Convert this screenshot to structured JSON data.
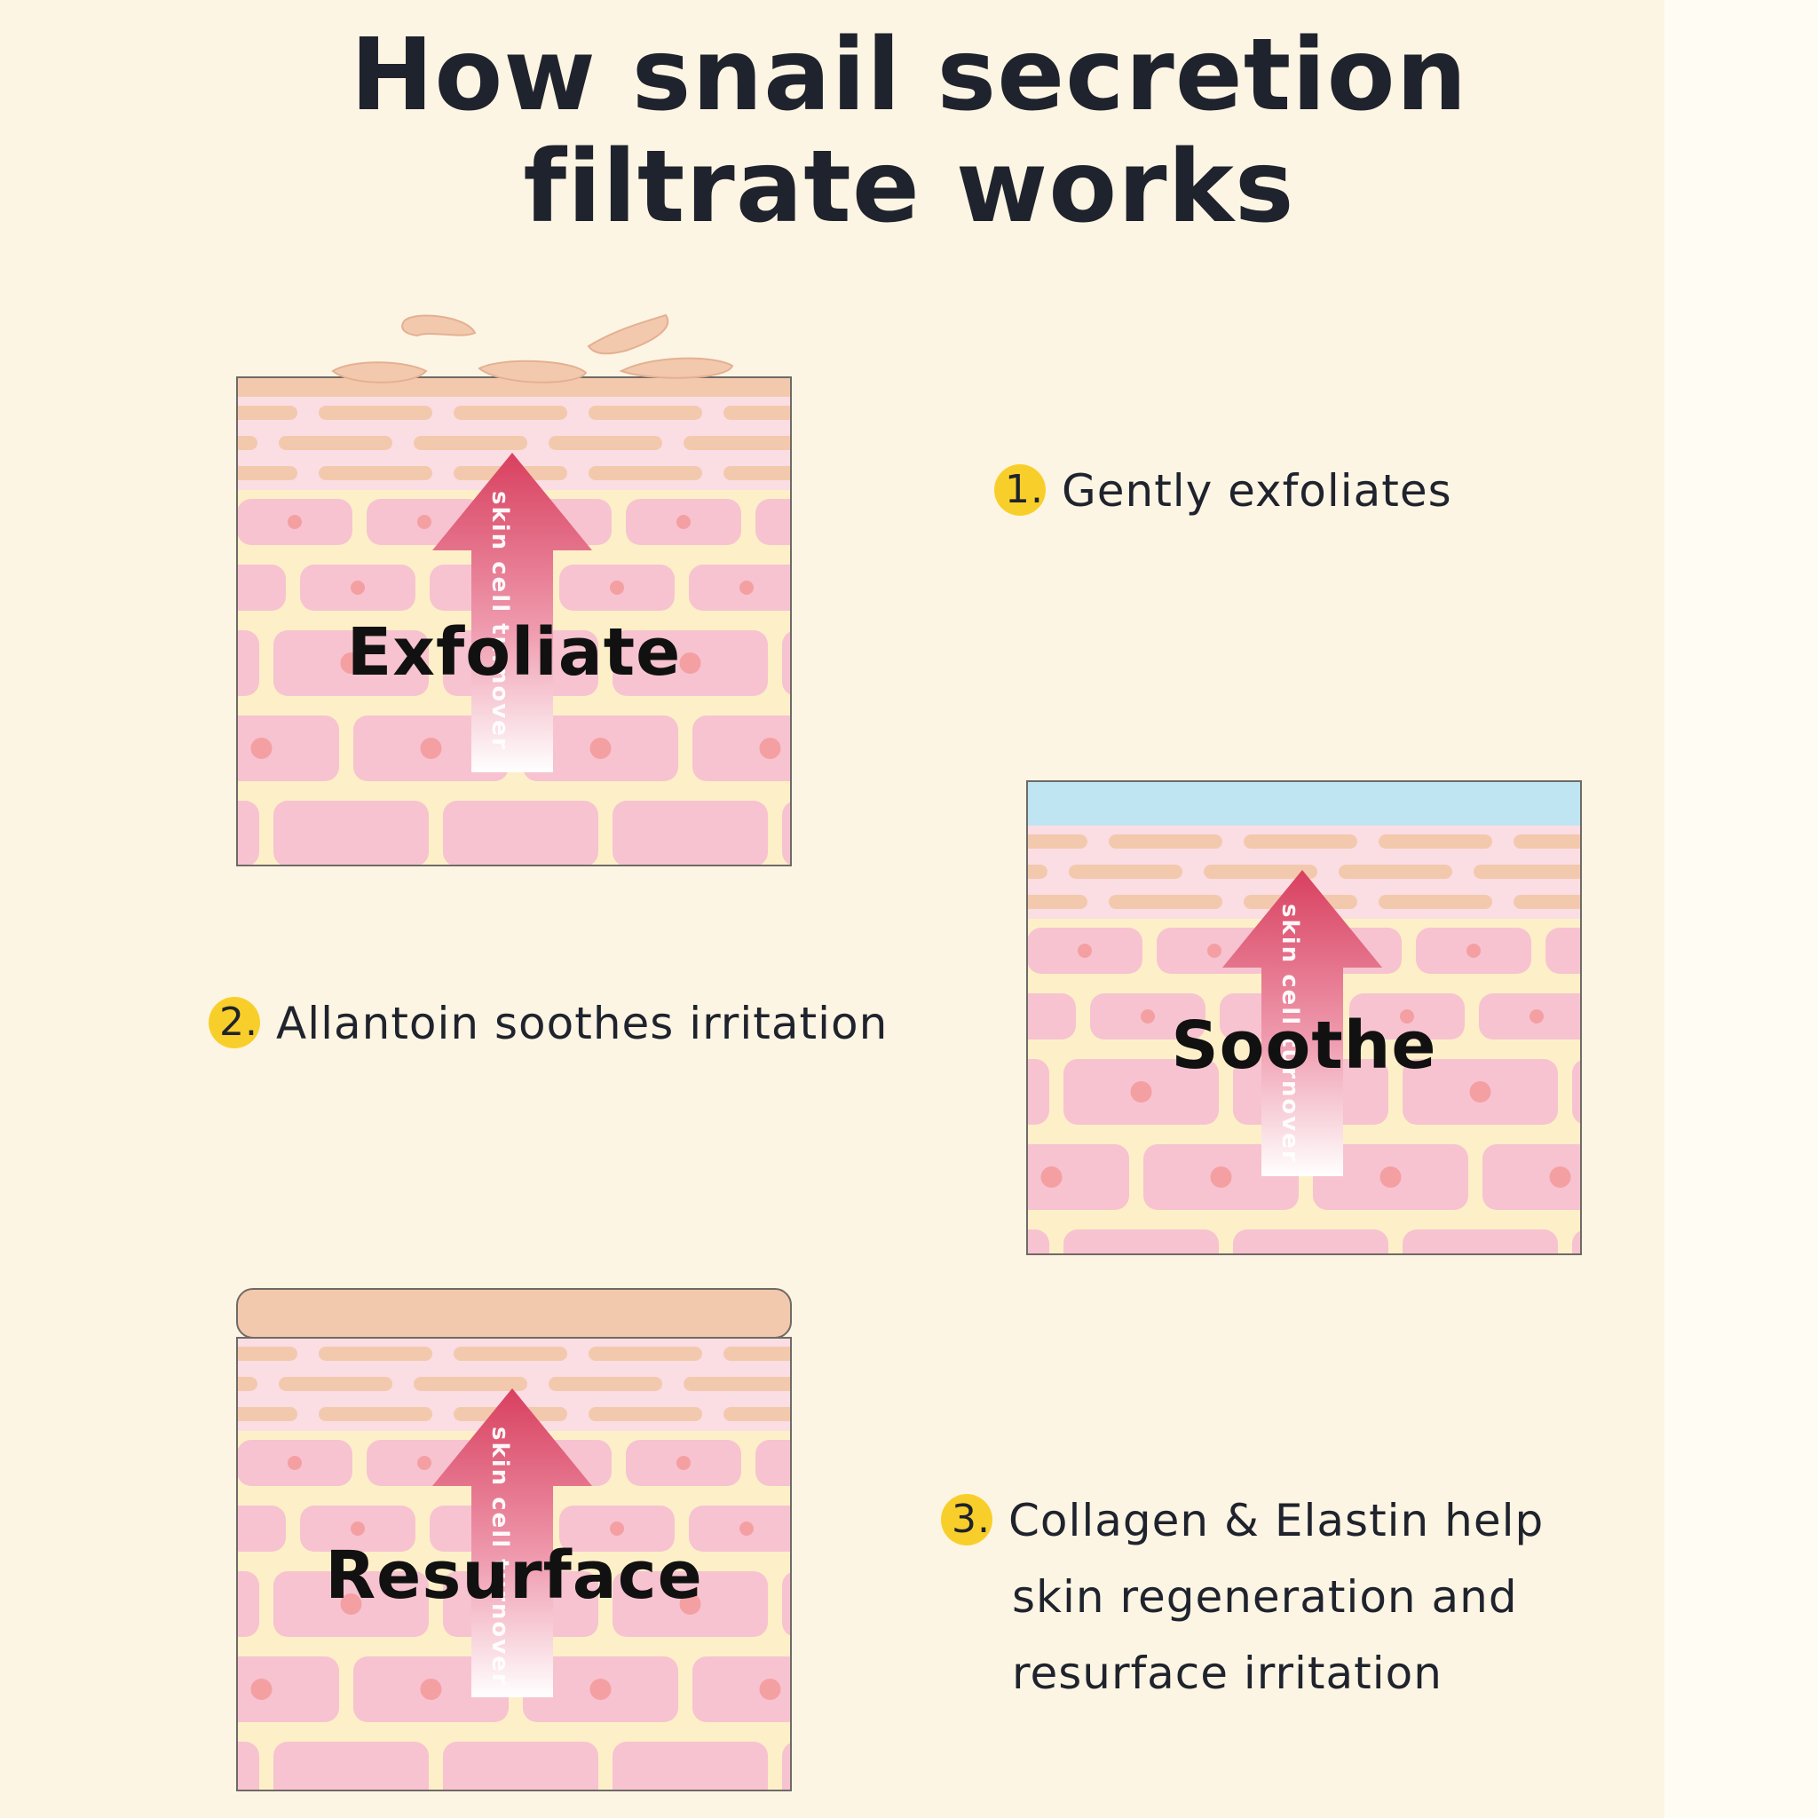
{
  "title": {
    "line1": "How snail secretion",
    "line2": "filtrate works"
  },
  "panels": [
    {
      "label": "Exfoliate",
      "arrow_text": "skin cell turnover",
      "top_layer": "flaking cells"
    },
    {
      "label": "Soothe",
      "arrow_text": "skin cell turnover",
      "top_layer": "soothing film"
    },
    {
      "label": "Resurface",
      "arrow_text": "skin cell turnover",
      "top_layer": "smooth layer"
    }
  ],
  "steps": [
    {
      "number": "1.",
      "lines": [
        "Gently exfoliates"
      ]
    },
    {
      "number": "2.",
      "lines": [
        "Allantoin soothes irritation"
      ]
    },
    {
      "number": "3.",
      "lines": [
        "Collagen & Elastin help",
        "skin regeneration and",
        "resurface irritation"
      ]
    }
  ],
  "colors": {
    "background": "#fdf5e3",
    "badge": "#f8cf2a",
    "cell_pink": "#f7c3d0",
    "layer_peach": "#f3c9ad",
    "soothe_film": "#bfe4f2",
    "arrow_red": "#d8405f"
  }
}
